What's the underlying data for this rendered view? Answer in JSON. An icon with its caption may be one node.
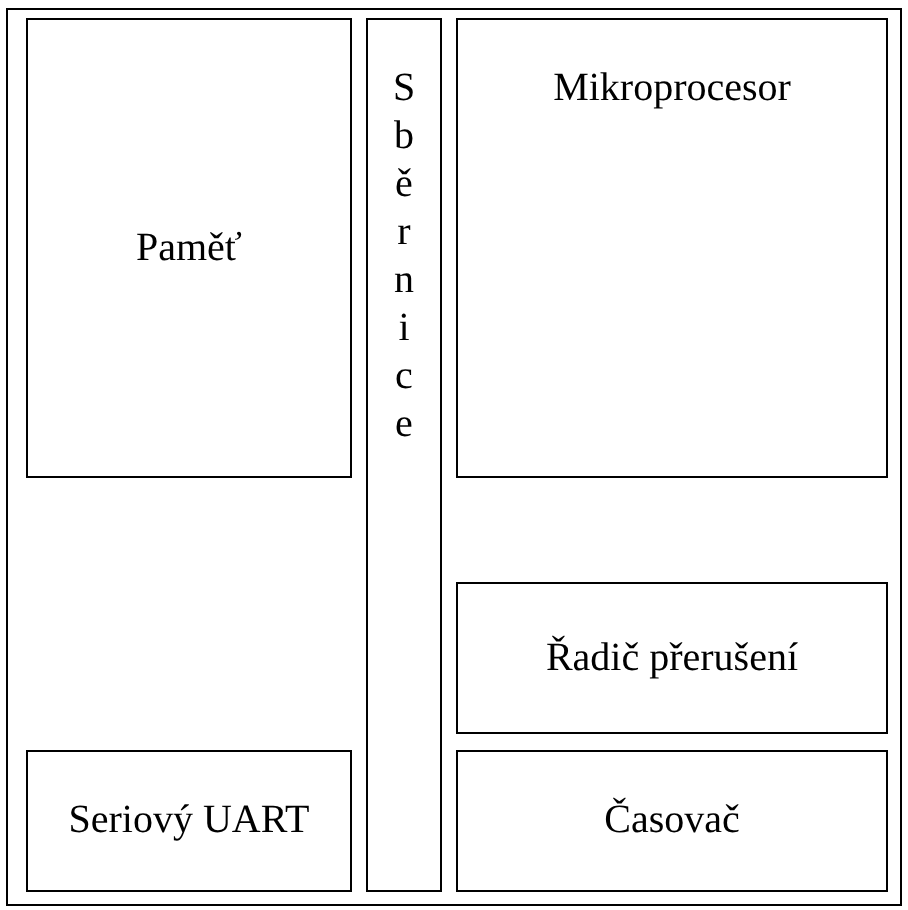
{
  "diagram": {
    "nodes": [
      {
        "text": [],
        "shape": "box"
      },
      {
        "text": [
          "Paměť"
        ],
        "in": 0
      },
      {
        "text": [
          "Sběrnice"
        ],
        "in": 0
      },
      {
        "text": [
          "Mikroprocesor"
        ],
        "in": 0
      },
      {
        "text": [
          "Řadič přerušení"
        ],
        "in": 0
      },
      {
        "text": [
          "Časovač"
        ],
        "in": 0
      },
      {
        "text": [
          "Seriový UART"
        ],
        "in": 0
      }
    ]
  }
}
